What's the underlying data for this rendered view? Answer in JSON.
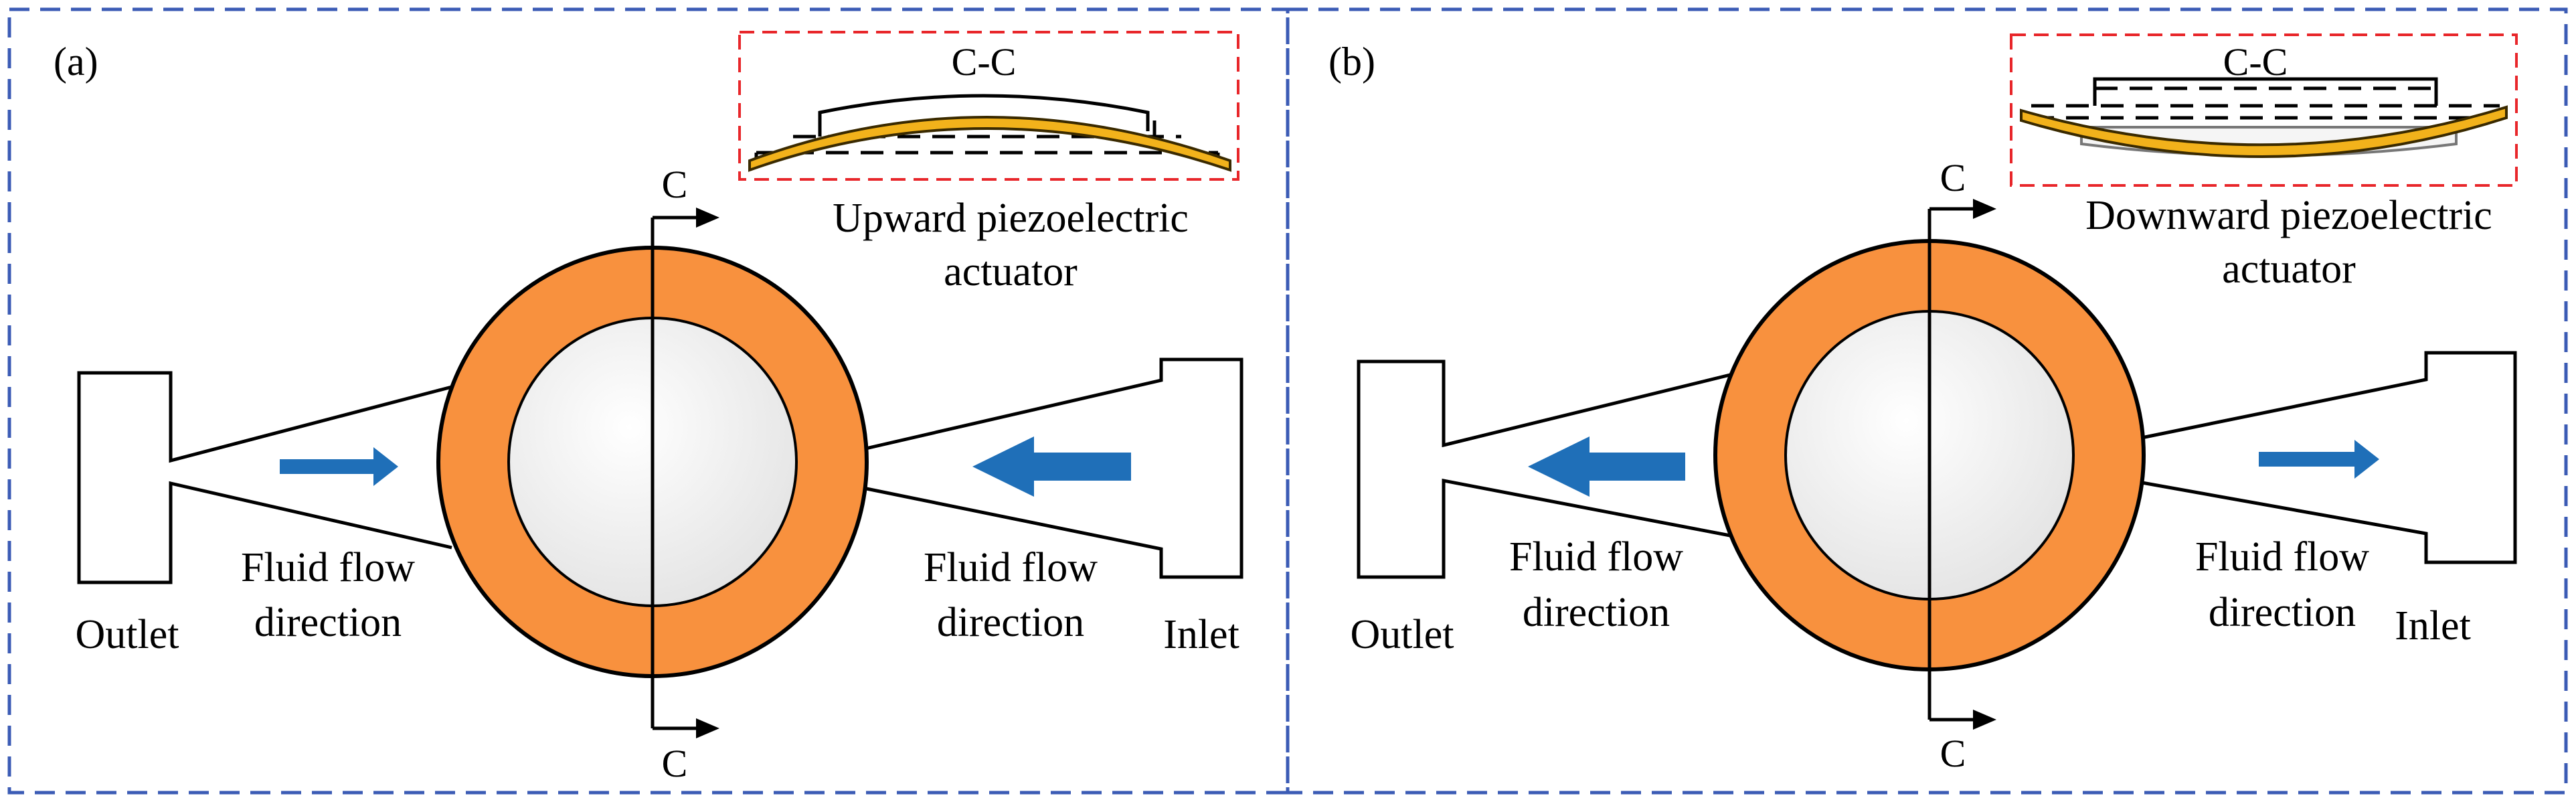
{
  "panels": [
    {
      "id": "a",
      "label": "(a)",
      "section_title": "C-C",
      "section_top": "C",
      "section_bottom": "C",
      "actuator_line1": "Upward piezoelectric",
      "actuator_line2": "actuator",
      "outlet": "Outlet",
      "inlet": "Inlet",
      "flow_left_line1": "Fluid flow",
      "flow_left_line2": "direction",
      "flow_right_line1": "Fluid flow",
      "flow_right_line2": "direction"
    },
    {
      "id": "b",
      "label": "(b)",
      "section_title": "C-C",
      "section_top": "C",
      "section_bottom": "C",
      "actuator_line1": "Downward piezoelectric",
      "actuator_line2": "actuator",
      "outlet": "Outlet",
      "inlet": "Inlet",
      "flow_left_line1": "Fluid flow",
      "flow_left_line2": "direction",
      "flow_right_line1": "Fluid flow",
      "flow_right_line2": "direction"
    }
  ],
  "colors": {
    "panel_border": "#3b5bb5",
    "section_border": "#e8262a",
    "ring": "#f8913e",
    "chamber": "#f0f0f0",
    "arrow": "#1f6fb8",
    "actuator": "#f2b21b",
    "actuator_stroke": "#3a2a00"
  }
}
